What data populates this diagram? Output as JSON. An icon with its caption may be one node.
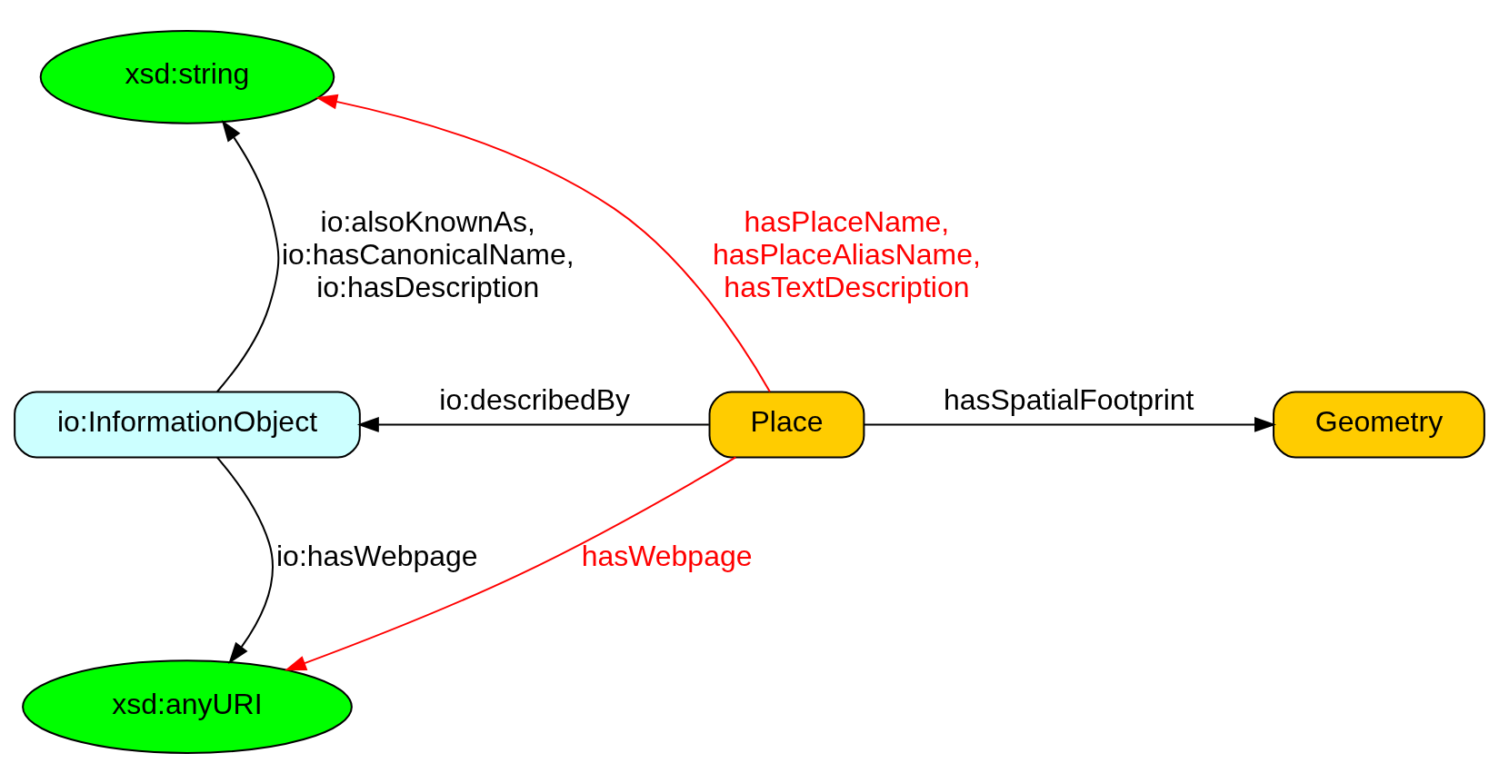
{
  "diagram": {
    "nodes": [
      {
        "text": [
          "xsd:string"
        ]
      },
      {
        "text": [
          "io:InformationObject"
        ]
      },
      {
        "text": [
          "Place"
        ]
      },
      {
        "text": [
          "Geometry"
        ]
      },
      {
        "text": [
          "xsd:anyURI"
        ]
      }
    ],
    "edges": [
      {
        "from": 1,
        "to": 0,
        "arrow": "to",
        "label": "io:alsoKnownAs, io:hasCanonicalName, io:hasDescription"
      },
      {
        "from": 2,
        "to": 0,
        "arrow": "to",
        "label": "hasPlaceName, hasPlaceAliasName, hasTextDescription",
        "color": "#ff0000"
      },
      {
        "from": 2,
        "to": 1,
        "arrow": "to",
        "label": "io:describedBy"
      },
      {
        "from": 2,
        "to": 3,
        "arrow": "to",
        "label": "hasSpatialFootprint"
      },
      {
        "from": 1,
        "to": 4,
        "arrow": "to",
        "label": "io:hasWebpage"
      },
      {
        "from": 2,
        "to": 4,
        "arrow": "to",
        "label": "hasWebpage",
        "color": "#ff0000"
      }
    ]
  }
}
